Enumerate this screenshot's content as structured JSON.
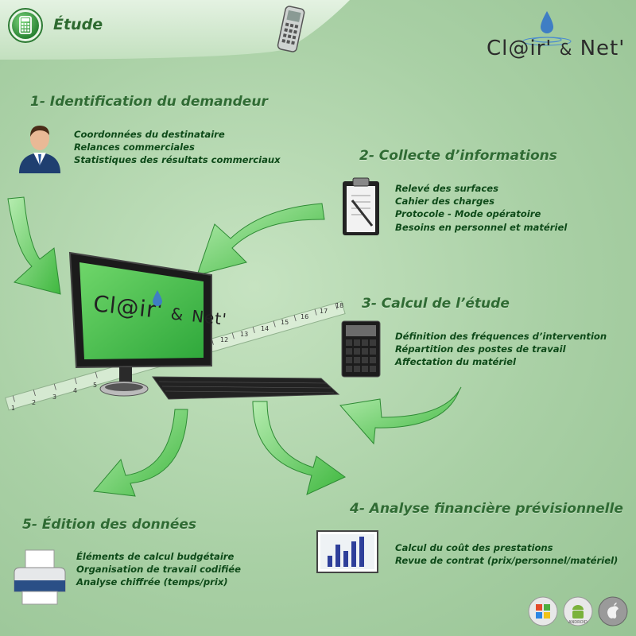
{
  "header": {
    "title": "Étude"
  },
  "logo": {
    "text_main": "Cl@ir'",
    "text_amp": "&",
    "text_end": "Net'"
  },
  "screen_logo": {
    "text_main": "Cl@ir'",
    "text_amp": "&",
    "text_end": "Net'"
  },
  "ruler": {
    "labels_left": [
      "1",
      "2",
      "3",
      "4",
      "5"
    ],
    "labels_right": [
      "12",
      "13",
      "14",
      "15",
      "16",
      "17",
      "18"
    ]
  },
  "sections": {
    "s1": {
      "title": "1- Identification du demandeur",
      "lines": [
        "Coordonnées du destinataire",
        "Relances commerciales",
        "Statistiques des résultats commerciaux"
      ]
    },
    "s2": {
      "title": "2- Collecte d’informations",
      "lines": [
        "Relevé des surfaces",
        "Cahier des charges",
        "Protocole - Mode opératoire",
        "Besoins en personnel et matériel"
      ]
    },
    "s3": {
      "title": "3- Calcul de l’étude",
      "lines": [
        "Définition des fréquences d’intervention",
        "Répartition des postes de travail",
        "Affectation du matériel"
      ]
    },
    "s4": {
      "title": "4- Analyse financière prévisionnelle",
      "lines": [
        "Calcul du coût des prestations",
        "Revue de contrat (prix/personnel/matériel)"
      ]
    },
    "s5": {
      "title": "5- Édition des données",
      "lines": [
        "Éléments de calcul budgétaire",
        "Organisation de travail codifiée",
        "Analyse chiffrée (temps/prix)"
      ]
    }
  },
  "platforms": [
    "windows-icon",
    "android-icon",
    "apple-icon"
  ],
  "colors": {
    "text_green": "#0e4a19",
    "title_green": "#2f6b33",
    "arrow_green": "#4fc64f",
    "background": "#a8cfa5"
  }
}
